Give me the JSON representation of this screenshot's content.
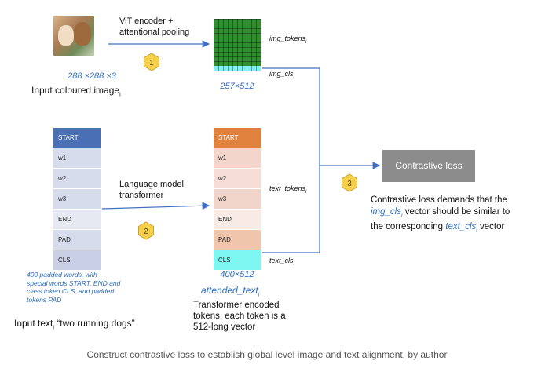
{
  "image_branch": {
    "encoder_label": [
      "ViT encoder +",
      "attentional pooling"
    ],
    "size_label": "288 ×288 ×3",
    "input_label": "Input coloured image",
    "input_label_sub": "i",
    "tokens_label": "img_tokens",
    "tokens_sub": "i",
    "cls_label": "img_cls",
    "cls_sub": "i",
    "output_size": "257×512",
    "step": "1"
  },
  "text_branch": {
    "input_tokens": [
      "START",
      "w1",
      "w2",
      "w3",
      "END",
      "PAD",
      "CLS"
    ],
    "transformer_label": [
      "Language model",
      "transformer"
    ],
    "note": [
      "400 padded words, with",
      "special words START, END and",
      "class token CLS,  and padded",
      "tokens PAD"
    ],
    "input_text_label": "Input text",
    "input_text_sub": "i",
    "input_text_value": " “two running dogs”",
    "encoded_tokens": [
      "START",
      "w1",
      "w2",
      "w3",
      "END",
      "PAD",
      "CLS"
    ],
    "tokens_label": "text_tokens",
    "tokens_sub": "i",
    "cls_label": "text_cls",
    "cls_sub": "i",
    "output_size": "400×512",
    "attended_label": "attended_text",
    "attended_sub": "i",
    "desc": [
      "Transformer encoded",
      "tokens, each token is a",
      "512-long vector"
    ],
    "step": "2"
  },
  "loss": {
    "box_label": "Contrastive loss",
    "step": "3",
    "desc_line1": "Contrastive loss demands that the",
    "desc_line2_var": "img_cls",
    "desc_line2_sub": "i",
    "desc_line2_rest": " vector should be similar to",
    "desc_line3_pre": "the corresponding ",
    "desc_line3_var": "text_cls",
    "desc_line3_sub": "i",
    "desc_line3_rest": " vector"
  },
  "caption": "Construct contrastive loss to establish global level image and text alignment, by author",
  "colors": {
    "input_start": "#4a6fb5",
    "input_word": "#d7dcec",
    "input_cls": "#c9cfe4",
    "enc_start": "#e0813e",
    "enc_w1": "#f3d5cb",
    "enc_w2": "#f6ded6",
    "enc_w3": "#f1d4ca",
    "enc_end": "#f8ebe6",
    "enc_pad": "#efc6ac",
    "enc_cls": "#7ef7f2",
    "arrow": "#3e6fc0",
    "badge": "#f6d04a"
  }
}
